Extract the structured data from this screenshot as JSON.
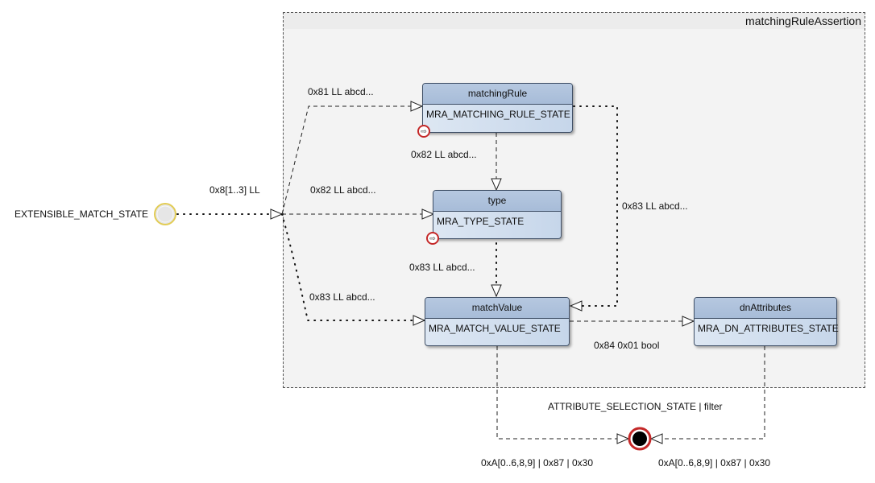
{
  "region": {
    "title": "matchingRuleAssertion"
  },
  "states": {
    "matchingRule": {
      "name": "matchingRule",
      "body": "MRA_MATCHING_RULE_STATE"
    },
    "type": {
      "name": "type",
      "body": "MRA_TYPE_STATE"
    },
    "matchValue": {
      "name": "matchValue",
      "body": "MRA_MATCH_VALUE_STATE"
    },
    "dnAttributes": {
      "name": "dnAttributes",
      "body": "MRA_DN_ATTRIBUTES_STATE"
    }
  },
  "initial_state_label": "EXTENSIBLE_MATCH_STATE",
  "final_state_label": "ATTRIBUTE_SELECTION_STATE | filter",
  "transitions": {
    "entry": "0x8[1..3] LL",
    "to_matching_rule": "0x81 LL abcd...",
    "to_type": "0x82 LL abcd...",
    "to_match_value": "0x83 LL abcd...",
    "rule_to_type": "0x82 LL abcd...",
    "rule_to_value": "0x83 LL abcd...",
    "type_to_value": "0x83 LL abcd...",
    "value_to_dn": "0x84 0x01 bool",
    "value_to_final": "0xA[0..6,8,9] | 0x87 | 0x30",
    "dn_to_final": "0xA[0..6,8,9] | 0x87 | 0x30"
  },
  "colors": {
    "state_fill": "#c6d6ea",
    "state_header": "#a7bcd8",
    "initial_fill": "#e6e6e6",
    "initial_ring": "#e2cc55",
    "final_ring": "#c42828"
  },
  "icons": {
    "submachine": "submachine-icon"
  }
}
